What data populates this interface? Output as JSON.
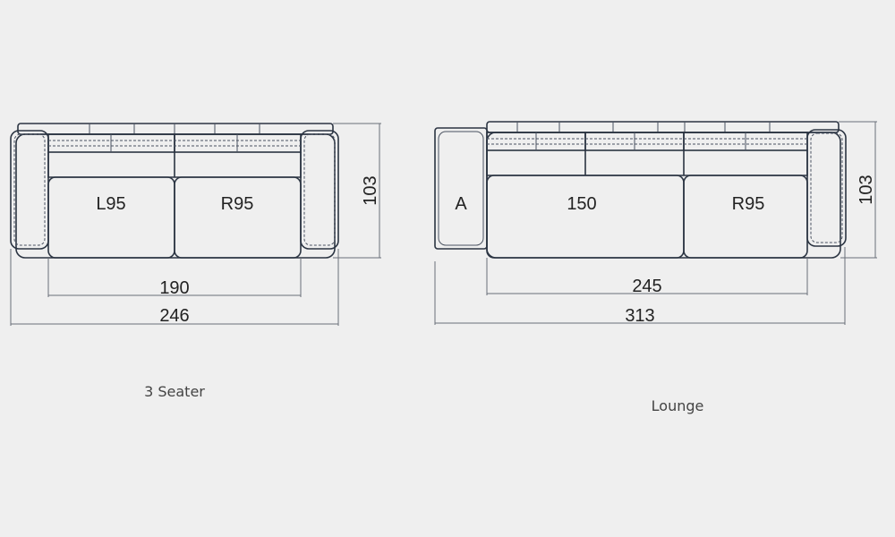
{
  "three_seater": {
    "modules": [
      "L95",
      "R95"
    ],
    "seat_width": "190",
    "overall_width": "246",
    "depth": "103",
    "caption": "3 Seater"
  },
  "lounge": {
    "modules": [
      "A",
      "150",
      "R95"
    ],
    "seat_width": "245",
    "overall_width": "313",
    "depth": "103",
    "caption": "Lounge"
  }
}
